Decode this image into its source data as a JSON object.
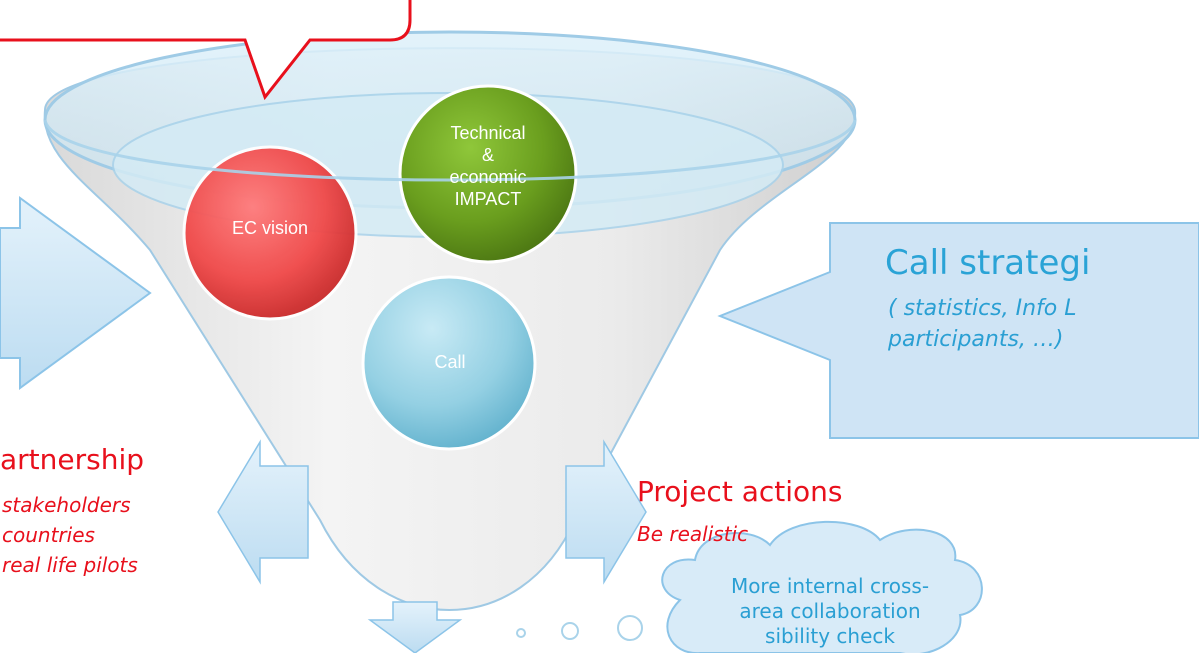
{
  "circles": {
    "ec_vision": "EC vision",
    "technical": [
      "Technical",
      "&",
      "economic",
      "IMPACT"
    ],
    "call": "Call"
  },
  "partnership": {
    "title": "artnership",
    "items": [
      "stakeholders",
      "countries",
      "real life pilots"
    ]
  },
  "project_actions": {
    "title": "Project actions",
    "subtitle": "Be realistic"
  },
  "call_strategy": {
    "title": "Call strategi",
    "subtitle_line1": "( statistics, Info L",
    "subtitle_line2": "participants, …)"
  },
  "cloud": {
    "lines": [
      "More internal cross-",
      "area  collaboration",
      "sibility check"
    ]
  },
  "colors": {
    "red": "#e8101c",
    "blue_text": "#2aa3d6",
    "circle_red": "#f04a4a",
    "circle_green": "#6a9e1e",
    "circle_blue": "#8fcde0",
    "arrow_fill": "#cfe6f6",
    "arrow_stroke": "#8cc4e8"
  }
}
